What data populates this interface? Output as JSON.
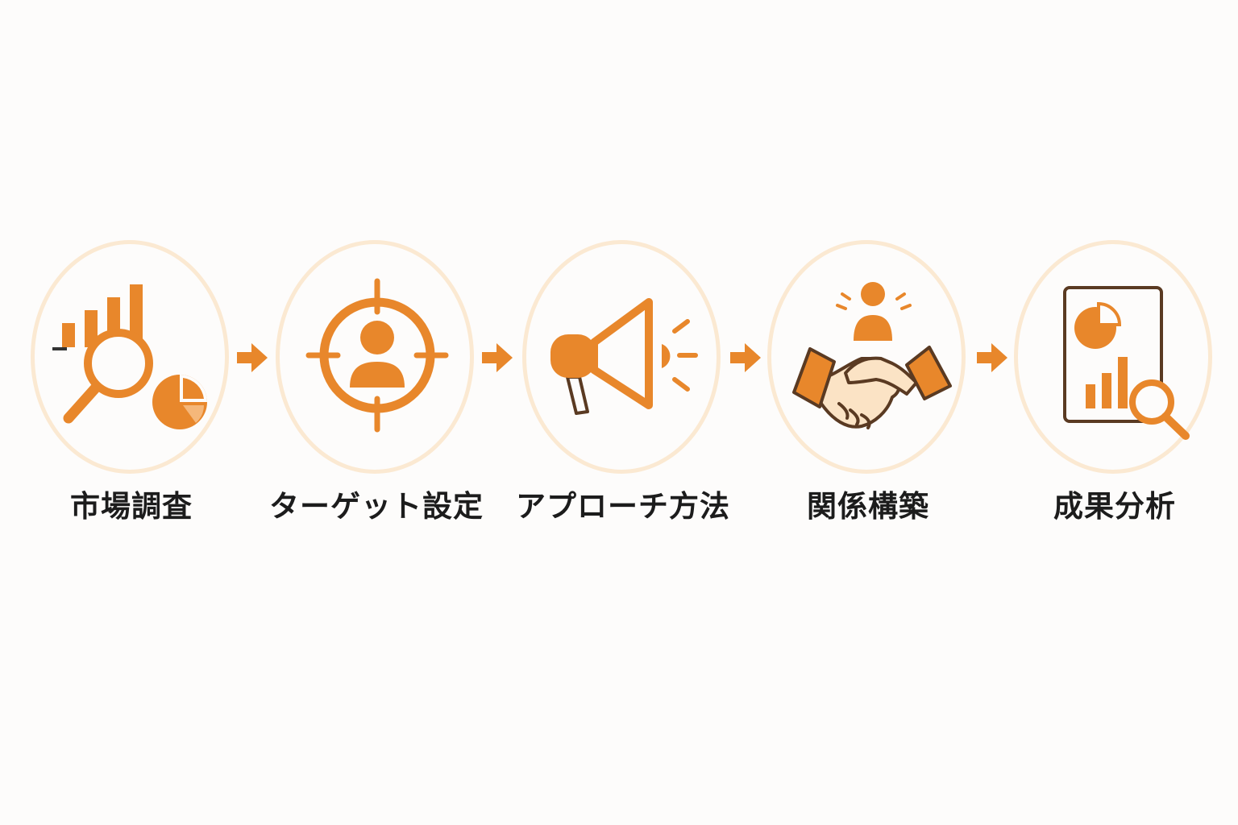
{
  "colors": {
    "accent": "#e8872b",
    "ring": "#fbe9d2",
    "skin": "#fbe3c5",
    "outline": "#5a3a22",
    "text": "#1c1c1c",
    "background": "#fdfcfb"
  },
  "steps": [
    {
      "label": "市場調査",
      "icon": "market-research-icon"
    },
    {
      "label": "ターゲット設定",
      "icon": "target-user-icon"
    },
    {
      "label": "アプローチ方法",
      "icon": "megaphone-icon"
    },
    {
      "label": "関係構築",
      "icon": "handshake-icon"
    },
    {
      "label": "成果分析",
      "icon": "report-analysis-icon"
    }
  ],
  "connectors": [
    "arrow-right-icon",
    "arrow-right-icon",
    "arrow-right-icon",
    "arrow-right-icon"
  ]
}
